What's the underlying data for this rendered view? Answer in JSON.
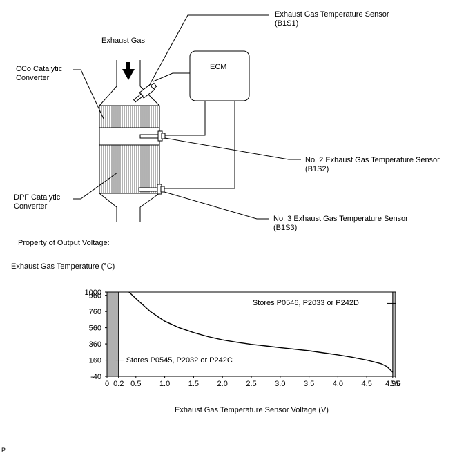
{
  "diagram": {
    "exhaust_gas_label": "Exhaust Gas",
    "ecm_label": "ECM",
    "cco_label_line1": "CCo Catalytic",
    "cco_label_line2": "Converter",
    "dpf_label_line1": "DPF Catalytic",
    "dpf_label_line2": "Converter",
    "sensor1_line1": "Exhaust Gas Temperature Sensor",
    "sensor1_line2": "(B1S1)",
    "sensor2_line1": "No. 2 Exhaust Gas Temperature Sensor",
    "sensor2_line2": "(B1S2)",
    "sensor3_line1": "No. 3 Exhaust Gas Temperature Sensor",
    "sensor3_line2": "(B1S3)"
  },
  "property_title": "Property of Output Voltage:",
  "footer_mark": "P",
  "chart_data": {
    "type": "line",
    "ylabel": "Exhaust Gas Temperature (°C)",
    "xlabel": "Exhaust Gas Temperature Sensor Voltage (V)",
    "xlim": [
      0,
      5.0
    ],
    "ylim": [
      -40,
      1000
    ],
    "x_tick_labels": [
      "0",
      "0.2",
      "0.5",
      "1.0",
      "1.5",
      "2.0",
      "2.5",
      "3.0",
      "3.5",
      "4.0",
      "4.5",
      "4.95",
      "5.0"
    ],
    "x_ticks": [
      0,
      0.2,
      0.5,
      1.0,
      1.5,
      2.0,
      2.5,
      3.0,
      3.5,
      4.0,
      4.5,
      4.95,
      5.0
    ],
    "y_tick_labels": [
      "1000",
      "960",
      "760",
      "560",
      "360",
      "160",
      "-40"
    ],
    "y_ticks": [
      1000,
      960,
      760,
      560,
      360,
      160,
      -40
    ],
    "series": [
      {
        "x": [
          0.38,
          0.5,
          0.75,
          1.0,
          1.25,
          1.5,
          1.75,
          2.0,
          2.25,
          2.5,
          2.75,
          3.0,
          3.25,
          3.5,
          3.75,
          4.0,
          4.25,
          4.5,
          4.75,
          4.85,
          4.95
        ],
        "y": [
          1000,
          920,
          760,
          640,
          560,
          500,
          450,
          410,
          380,
          355,
          335,
          315,
          295,
          275,
          250,
          225,
          195,
          160,
          115,
          80,
          10
        ]
      }
    ],
    "regions": [
      {
        "x_range": [
          0,
          0.2
        ],
        "label": "Stores P0545, P2032 or P242C"
      },
      {
        "x_range": [
          4.95,
          5.0
        ],
        "label": "Stores P0546, P2033 or P242D"
      }
    ]
  }
}
